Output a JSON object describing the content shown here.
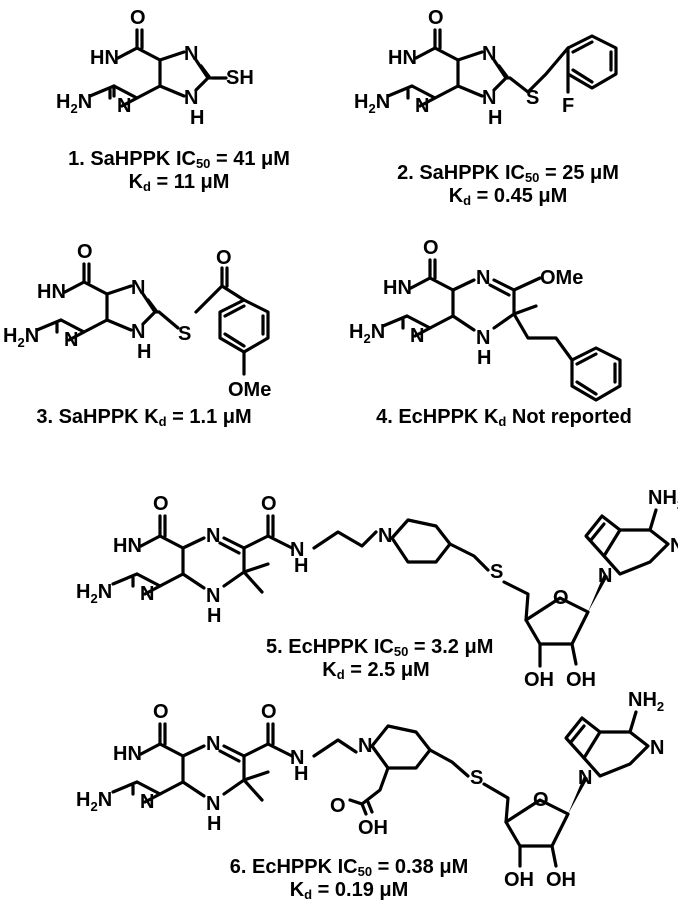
{
  "compounds": [
    {
      "number": "1.",
      "target": "SaHPPK",
      "line1_measure": "IC",
      "line1_measure_sub": "50",
      "line1_value": " =  41 μM",
      "line2_measure": "K",
      "line2_measure_sub": "d",
      "line2_value": " = 11 μM",
      "substituent": "SH"
    },
    {
      "number": "2.",
      "target": "SaHPPK",
      "line1_measure": "IC",
      "line1_measure_sub": "50",
      "line1_value": " = 25 μM",
      "line2_measure": "K",
      "line2_measure_sub": "d",
      "line2_value": " = 0.45 μM",
      "substituent": "F"
    },
    {
      "number": "3.",
      "target": "SaHPPK",
      "line1_measure": "K",
      "line1_measure_sub": "d",
      "line1_value": " = 1.1 μM",
      "substituent": "OMe"
    },
    {
      "number": "4.",
      "target": "EcHPPK",
      "line1_measure": "K",
      "line1_measure_sub": "d",
      "line1_value": " Not reported",
      "substituent": "OMe"
    },
    {
      "number": "5.",
      "target": "EcHPPK",
      "line1_measure": "IC",
      "line1_measure_sub": "50",
      "line1_value": " = 3.2 μM",
      "line2_measure": "K",
      "line2_measure_sub": "d",
      "line2_value": " = 2.5 μM"
    },
    {
      "number": "6.",
      "target": "EcHPPK",
      "line1_measure": "IC",
      "line1_measure_sub": "50",
      "line1_value": " = 0.38 μM",
      "line2_measure": "K",
      "line2_measure_sub": "d",
      "line2_value": " = 0.19 μM"
    }
  ],
  "atoms": {
    "O": "O",
    "N": "N",
    "H": "H",
    "S": "S",
    "F": "F",
    "HN": "HN",
    "H2N_H": "H",
    "H2N_2": "2",
    "H2N_N": "N",
    "NH2_N": "NH",
    "NH2_2": "2",
    "OH": "OH",
    "OMe": "OMe",
    "SH": "SH"
  }
}
